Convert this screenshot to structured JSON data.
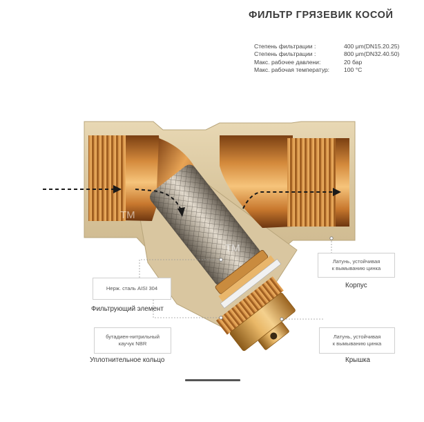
{
  "title": "ФИЛЬТР ГРЯЗЕВИК КОСОЙ",
  "specs": [
    {
      "label": "Степень фильтрации :",
      "value": "400 μm(DN15.20.25)"
    },
    {
      "label": "Степень фильтрации :",
      "value": "800 μm(DN32.40.50)"
    },
    {
      "label": "Макс. рабочее давлени:",
      "value": "20 бар"
    },
    {
      "label": "Макс. рабочая температур:",
      "value": "100 °C"
    }
  ],
  "watermarks": {
    "left": "TM",
    "center": "TM"
  },
  "callouts": {
    "filter_material": "Нерж. сталь AISI 304",
    "filter_caption": "Фильтрующий элемент",
    "seal_material_line1": "бутадиен-нитрильный",
    "seal_material_line2": "каучук NBR",
    "seal_caption": "Уплотнительное кольцо",
    "body_material_line1": "Латунь, устойчивая",
    "body_material_line2": "к вымыванию цинка",
    "body_caption": "Корпус",
    "cap_material_line1": "Латунь, устойчивая",
    "cap_material_line2": "к вымыванию цинка",
    "cap_caption": "Крышка"
  }
}
